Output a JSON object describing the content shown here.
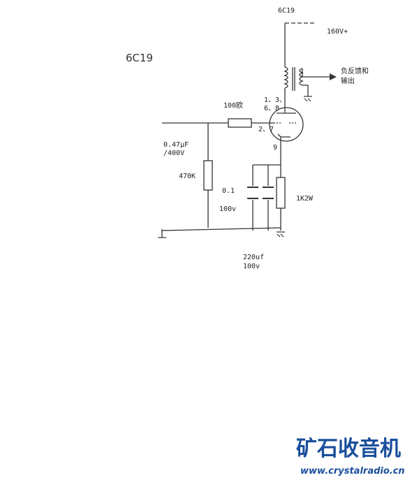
{
  "diagram": {
    "title": "6C19",
    "tube_label": "6C19",
    "supply": "160V+",
    "output_label_line1": "负反馈和",
    "output_label_line2": "输出",
    "pins_plate_line1": "1、3、",
    "pins_plate_line2": "6、8",
    "pin_grid": "2、7",
    "pin_cathode": "9",
    "grid_resistor": "100欧",
    "coupling_cap_line1": "0.47μF",
    "coupling_cap_line2": "/400V",
    "grid_leak": "470K",
    "bypass_cap_small_value": "0.1",
    "bypass_cap_small_voltage": "100v",
    "cathode_resistor": "1K2W",
    "bypass_cap_large_value": "220uf",
    "bypass_cap_large_voltage": "100v"
  },
  "watermark": {
    "cn": "矿石收音机",
    "url": "www.crystalradio.cn"
  }
}
